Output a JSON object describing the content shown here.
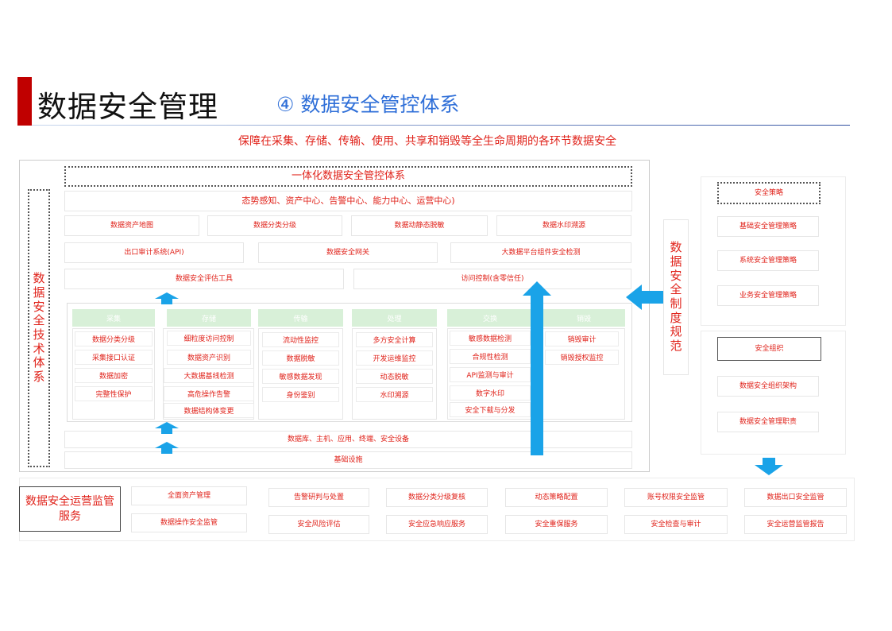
{
  "header": {
    "title": "数据安全管理",
    "subtitle": "④ 数据安全管控体系",
    "tagline": "保障在采集、存储、传输、使用、共享和销毁等全生命周期的各环节数据安全"
  },
  "colors": {
    "accent_bar": "#c00000",
    "title_blue": "#2f6fd8",
    "text_red": "#e0231b",
    "arrow_blue": "#1aa3e8"
  },
  "left_label": [
    "数",
    "据",
    "安",
    "全",
    "技",
    "术",
    "体",
    "系"
  ],
  "right_label": [
    "数",
    "据",
    "安",
    "全",
    "制",
    "度",
    "规",
    "范"
  ],
  "integrated": {
    "title": "一体化数据安全管控体系",
    "centers": "态势感知、资产中心、告警中心、能力中心、运营中心)",
    "row1": [
      "数据资产地图",
      "数据分类分级",
      "数据动静态脱敏",
      "数据水印溯源"
    ],
    "row2": [
      "出口审计系统(API)",
      "数据安全网关",
      "大数据平台组件安全检测"
    ],
    "row3": [
      "数据安全评估工具",
      "访问控制(含零信任)"
    ]
  },
  "lifecycle": [
    {
      "head": "采集",
      "items": [
        "数据分类分级",
        "采集接口认证",
        "数据加密",
        "完整性保护"
      ]
    },
    {
      "head": "存储",
      "items": [
        "细粒度访问控制",
        "数据资产识别",
        "大数据基线检测",
        "高危操作告警",
        "数据结构体变更"
      ]
    },
    {
      "head": "传输",
      "items": [
        "流动性监控",
        "数据脱敏",
        "敏感数据发现",
        "身份鉴别"
      ]
    },
    {
      "head": "处理",
      "items": [
        "多方安全计算",
        "开发运维监控",
        "动态脱敏",
        "水印溯源"
      ]
    },
    {
      "head": "交换",
      "items": [
        "敏感数据检测",
        "合规性检测",
        "API监测与审计",
        "数字水印",
        "安全下载与分发"
      ]
    },
    {
      "head": "销毁",
      "items": [
        "销毁审计",
        "销毁授权监控"
      ]
    }
  ],
  "bottom_rows": [
    "数据库、主机、应用、终端、安全设备",
    "基础设施"
  ],
  "policy": {
    "title": "安全策略",
    "items": [
      "基础安全管理策略",
      "系统安全管理策略",
      "业务安全管理策略"
    ]
  },
  "org": {
    "title": "安全组织",
    "items": [
      "数据安全组织架构",
      "数据安全管理职责"
    ]
  },
  "ops": {
    "label": "数据安全运营监管服务",
    "row1": [
      "全面资产管理",
      "告警研判与处置",
      "数据分类分级复核",
      "动态策略配置",
      "账号权限安全监管",
      "数据出口安全监管"
    ],
    "row2": [
      "数据操作安全监管",
      "安全风险评估",
      "安全应急响应服务",
      "安全重保服务",
      "安全检查与审计",
      "安全运营监管报告"
    ]
  }
}
